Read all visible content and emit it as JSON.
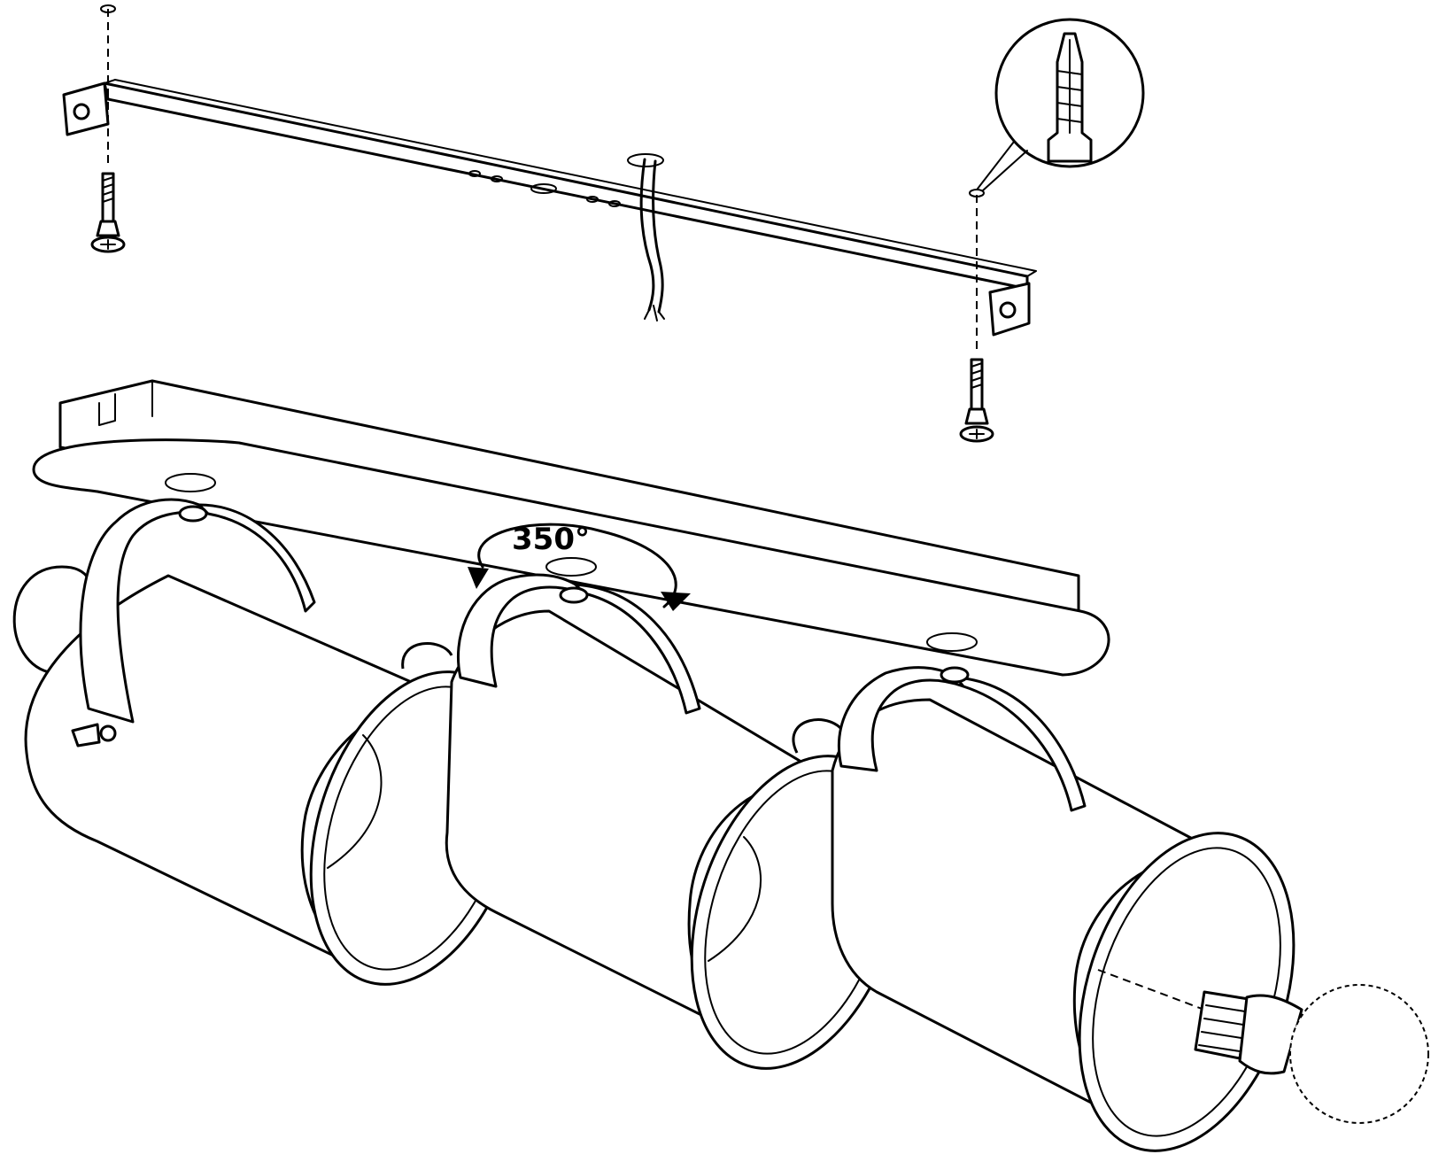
{
  "diagram": {
    "rotation_label": "350°",
    "parts": {
      "mounting_bar": "mounting-bracket",
      "screws": 2,
      "wall_plugs": 2,
      "spotlights": 3,
      "bulb": 1
    },
    "colors": {
      "line": "#000000",
      "background": "#ffffff"
    }
  }
}
